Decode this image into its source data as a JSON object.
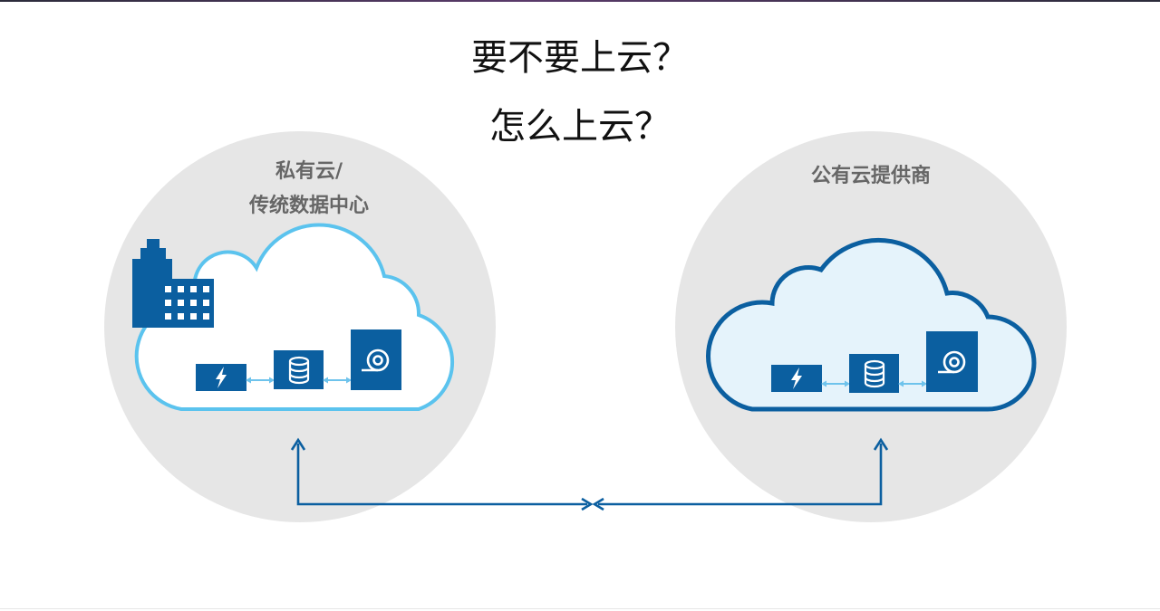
{
  "title": {
    "line1": "要不要上云？",
    "line2": "怎么上云？"
  },
  "private_cloud": {
    "label_line1": "私有云/",
    "label_line2": "传统数据中心",
    "cloud_stroke": "#5bc3ee",
    "cloud_fill": "#ffffff",
    "icons": [
      "lightning-icon",
      "database-icon",
      "storage-tape-icon",
      "building-icon"
    ]
  },
  "public_cloud": {
    "label": "公有云提供商",
    "cloud_stroke": "#0b5fa0",
    "cloud_fill": "#e5f3fb",
    "icons": [
      "lightning-icon",
      "database-icon",
      "storage-tape-icon"
    ]
  },
  "colors": {
    "circle_bg": "#e6e6e6",
    "box_blue": "#0b5fa0",
    "small_arrow": "#6ec3ec",
    "connector": "#0b5fa0"
  }
}
